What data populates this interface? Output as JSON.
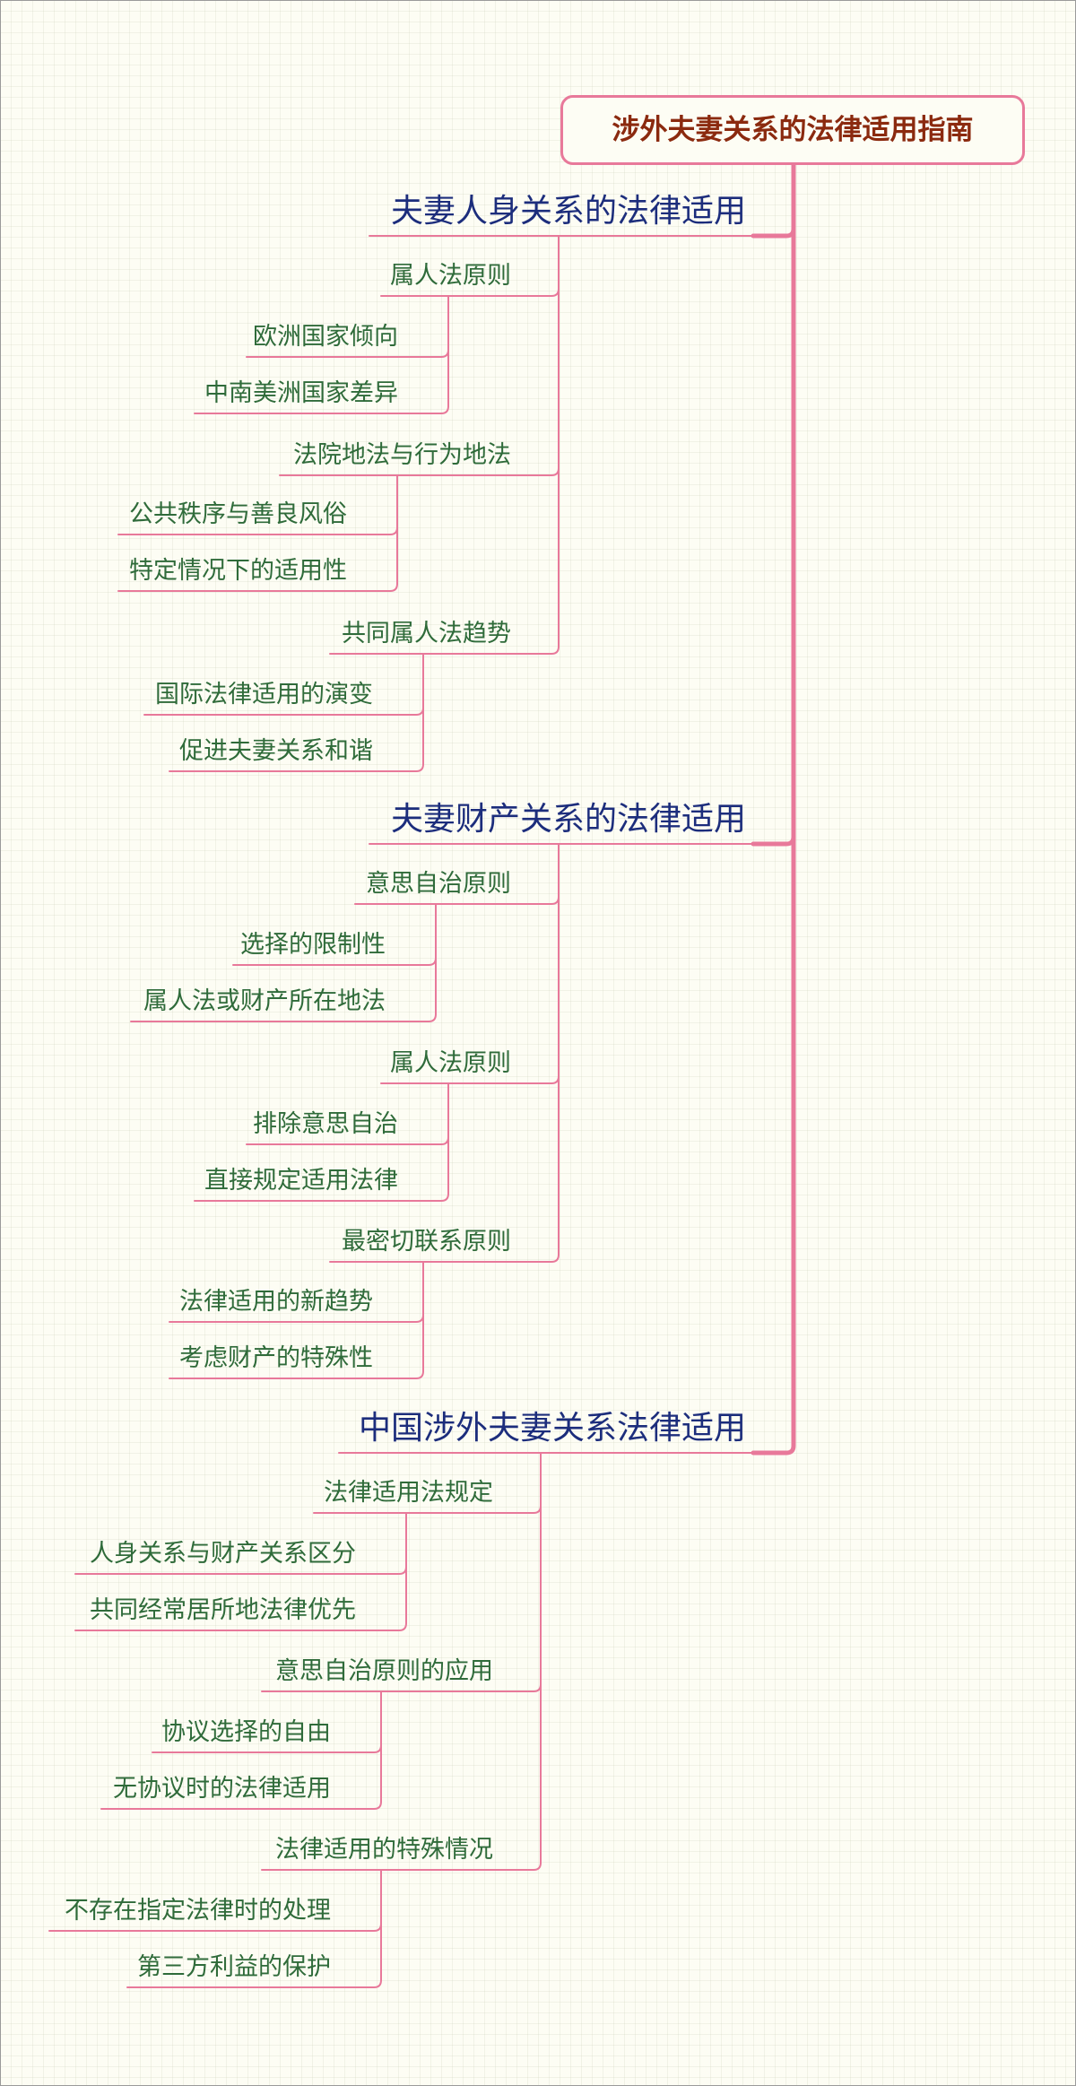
{
  "mindmap": {
    "root": "涉外夫妻关系的法律适用指南",
    "branches": [
      {
        "title": "夫妻人身关系的法律适用",
        "children": [
          {
            "label": "属人法原则",
            "children": [
              "欧洲国家倾向",
              "中南美洲国家差异"
            ]
          },
          {
            "label": "法院地法与行为地法",
            "children": [
              "公共秩序与善良风俗",
              "特定情况下的适用性"
            ]
          },
          {
            "label": "共同属人法趋势",
            "children": [
              "国际法律适用的演变",
              "促进夫妻关系和谐"
            ]
          }
        ]
      },
      {
        "title": "夫妻财产关系的法律适用",
        "children": [
          {
            "label": "意思自治原则",
            "children": [
              "选择的限制性",
              "属人法或财产所在地法"
            ]
          },
          {
            "label": "属人法原则",
            "children": [
              "排除意思自治",
              "直接规定适用法律"
            ]
          },
          {
            "label": "最密切联系原则",
            "children": [
              "法律适用的新趋势",
              "考虑财产的特殊性"
            ]
          }
        ]
      },
      {
        "title": "中国涉外夫妻关系法律适用",
        "children": [
          {
            "label": "法律适用法规定",
            "children": [
              "人身关系与财产关系区分",
              "共同经常居所地法律优先"
            ]
          },
          {
            "label": "意思自治原则的应用",
            "children": [
              "协议选择的自由",
              "无协议时的法律适用"
            ]
          },
          {
            "label": "法律适用的特殊情况",
            "children": [
              "不存在指定法律时的处理",
              "第三方利益的保护"
            ]
          }
        ]
      }
    ]
  },
  "colors": {
    "background": "#fdfdf4",
    "connector": "#e8799a",
    "root_text": "#8b2a0f",
    "branch_text": "#1c2d7c",
    "leaf_text": "#2f6b3a"
  }
}
